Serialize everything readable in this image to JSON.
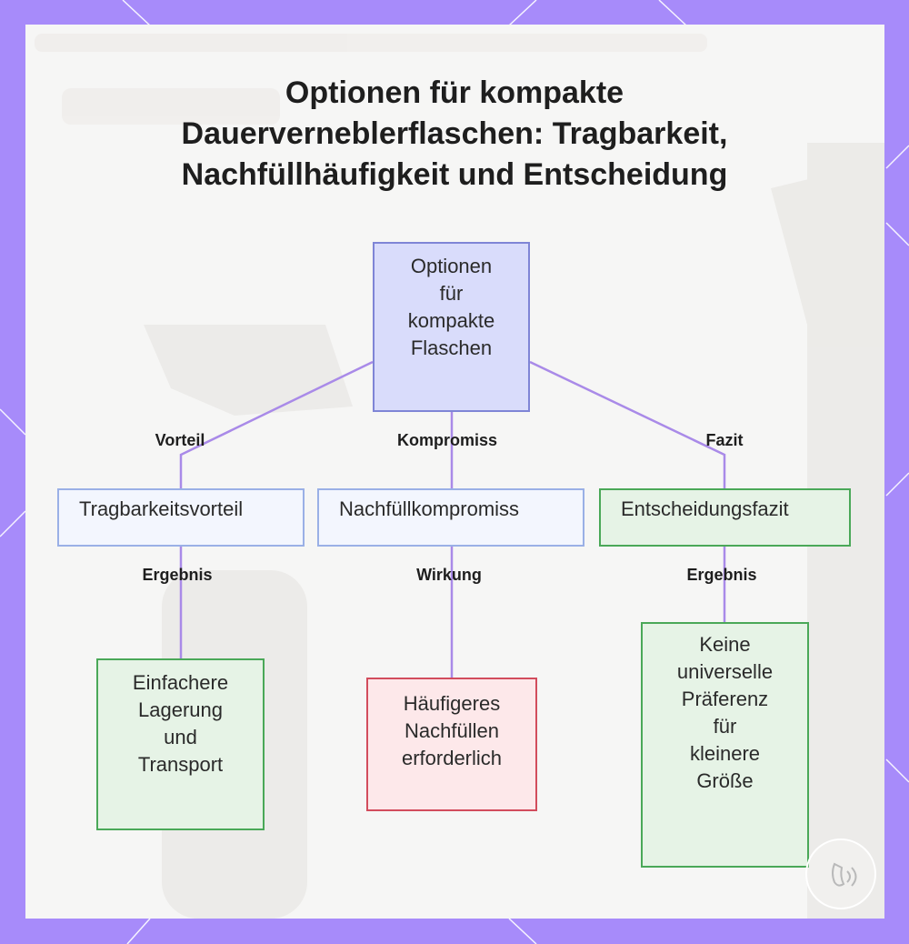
{
  "title_lines": [
    "Optionen für kompakte",
    "Dauerverneblerflaschen: Tragbarkeit,",
    "Nachfüllhäufigkeit und Entscheidung"
  ],
  "root": {
    "lines": [
      "Optionen",
      "für",
      "kompakte",
      "Flaschen"
    ]
  },
  "edges_top": {
    "left": "Vorteil",
    "center": "Kompromiss",
    "right": "Fazit"
  },
  "middle": {
    "left": "Tragbarkeitsvorteil",
    "center": "Nachfüllkompromiss",
    "right": "Entscheidungsfazit"
  },
  "edges_bottom": {
    "left": "Ergebnis",
    "center": "Wirkung",
    "right": "Ergebnis"
  },
  "leaves": {
    "left": [
      "Einfachere",
      "Lagerung",
      "und",
      "Transport"
    ],
    "center": [
      "Häufigeres",
      "Nachfüllen",
      "erforderlich"
    ],
    "right": [
      "Keine",
      "universelle",
      "Präferenz",
      "für",
      "kleinere",
      "Größe"
    ]
  },
  "colors": {
    "frame": "#a78bfa",
    "connector": "#a98ae8",
    "root_fill": "#d9dcfb",
    "positive_fill": "#e6f3e6",
    "negative_fill": "#fde8ea"
  }
}
